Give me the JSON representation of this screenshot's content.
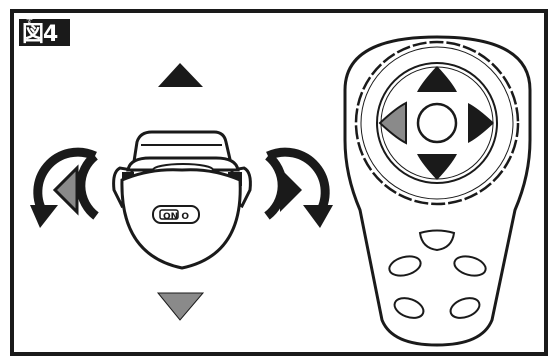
{
  "figure": {
    "label": "図4",
    "label_ruby": "ず",
    "toy_switch_label": "ON O"
  },
  "colors": {
    "ink": "#1a1a1a",
    "gray": "#8a8a8a",
    "frame": "#1a1a1a",
    "paper": "#ffffff"
  },
  "icons": [
    "arrow-up-icon",
    "arrow-down-icon",
    "rotate-left-icon",
    "rotate-right-icon",
    "dpad-icon"
  ]
}
